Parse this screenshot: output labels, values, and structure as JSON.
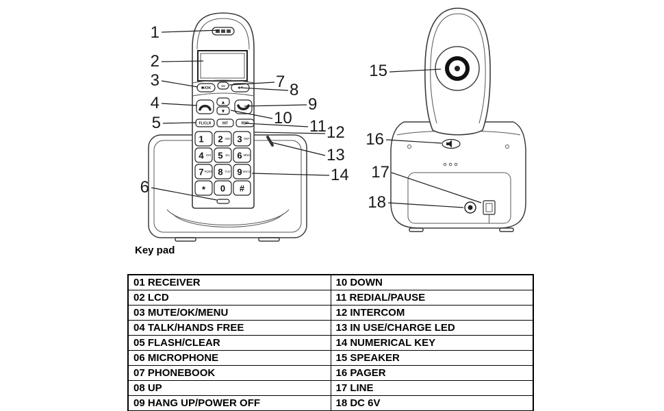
{
  "diagram": {
    "caption": "Key pad",
    "callouts": {
      "c1": "1",
      "c2": "2",
      "c3": "3",
      "c4": "4",
      "c5": "5",
      "c6": "6",
      "c7": "7",
      "c8": "8",
      "c9": "9",
      "c10": "10",
      "c11": "11",
      "c12": "12",
      "c13": "13",
      "c14": "14",
      "c15": "15",
      "c16": "16",
      "c17": "17",
      "c18": "18"
    },
    "keypad": {
      "keys": [
        {
          "d": "1",
          "l": ""
        },
        {
          "d": "2",
          "l": "ABC"
        },
        {
          "d": "3",
          "l": "DEF"
        },
        {
          "d": "4",
          "l": "GHI"
        },
        {
          "d": "5",
          "l": "JKL"
        },
        {
          "d": "6",
          "l": "MNO"
        },
        {
          "d": "7",
          "l": "PQRS"
        },
        {
          "d": "8",
          "l": "TUV"
        },
        {
          "d": "9",
          "l": "WXYZ"
        },
        {
          "d": "*",
          "l": ""
        },
        {
          "d": "0",
          "l": ""
        },
        {
          "d": "#",
          "l": ""
        }
      ],
      "soft_keys": {
        "left": "FL/CLR",
        "middle": "INT",
        "right": "RDP"
      },
      "up_arrow": "▲",
      "down_arrow": "▼",
      "ok_label": "✱/OK",
      "menu_dots": "•••",
      "return_glyph": "↩"
    }
  },
  "table": {
    "rows": [
      [
        "01 RECEIVER",
        "10 DOWN"
      ],
      [
        "02 LCD",
        "11 REDIAL/PAUSE"
      ],
      [
        "03 MUTE/OK/MENU",
        "12 INTERCOM"
      ],
      [
        "04 TALK/HANDS FREE",
        "13 IN USE/CHARGE LED"
      ],
      [
        "05 FLASH/CLEAR",
        "14 NUMERICAL KEY"
      ],
      [
        "06 MICROPHONE",
        "15 SPEAKER"
      ],
      [
        "07 PHONEBOOK",
        "16 PAGER"
      ],
      [
        "08 UP",
        "17 LINE"
      ],
      [
        "09 HANG UP/POWER OFF",
        "18 DC 6V"
      ]
    ]
  }
}
